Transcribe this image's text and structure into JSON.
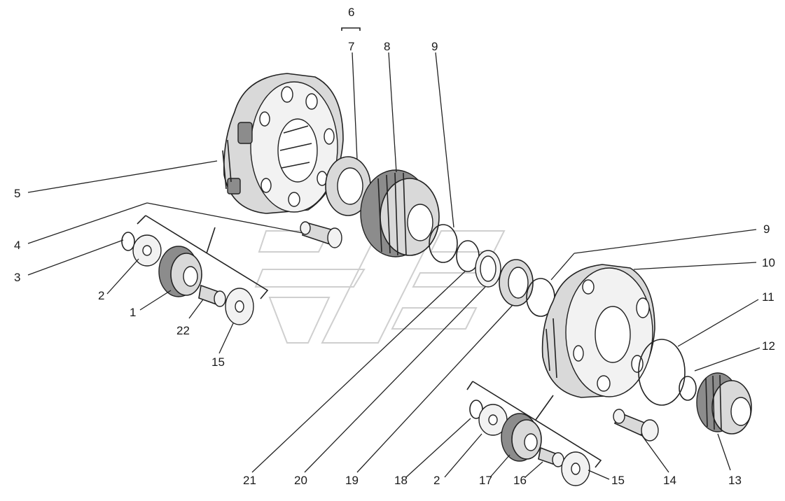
{
  "figure": {
    "callouts": {
      "n1": "1",
      "n2a": "2",
      "n2b": "2",
      "n3": "3",
      "n4": "4",
      "n5": "5",
      "n6": "6",
      "n7": "7",
      "n8": "8",
      "n9a": "9",
      "n9b": "9",
      "n10": "10",
      "n11": "11",
      "n12": "12",
      "n13": "13",
      "n14": "14",
      "n15a": "15",
      "n15b": "15",
      "n16": "16",
      "n17": "17",
      "n18": "18",
      "n19": "19",
      "n20": "20",
      "n21": "21",
      "n22": "22"
    }
  }
}
